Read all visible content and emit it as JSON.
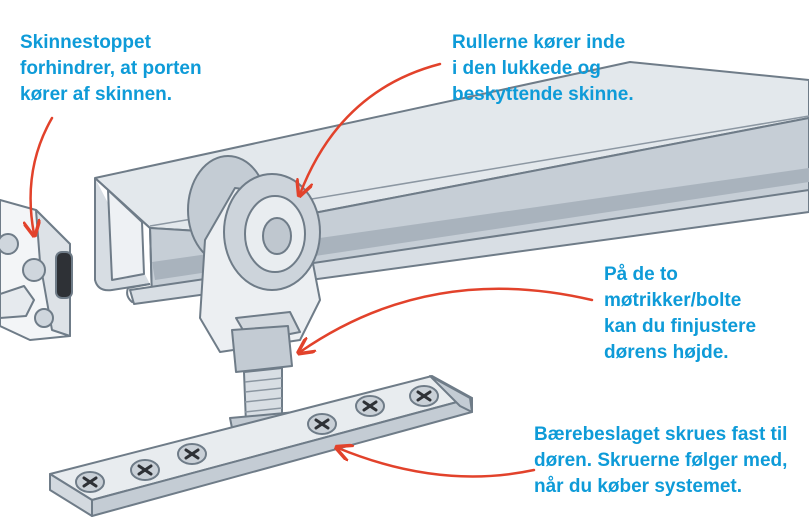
{
  "colors": {
    "label_text": "#0e9bd8",
    "arrow": "#e2422b",
    "rail_metal": "#c4ccd4",
    "outline": "#6f7c88"
  },
  "callouts": {
    "stopper": {
      "lines": [
        "Skinnestoppet",
        "forhindrer, at porten",
        "kører af skinnen."
      ]
    },
    "rollers": {
      "lines": [
        "Rullerne kører inde",
        "i den lukkede og",
        "beskyttende skinne."
      ]
    },
    "adjust": {
      "lines": [
        "På de to",
        "møtrikker/bolte",
        "kan du finjustere",
        "dørens højde."
      ]
    },
    "bracket": {
      "lines": [
        "Bærebeslaget skrues fast til",
        "døren. Skruerne følger med,",
        "når du køber systemet."
      ]
    }
  },
  "icons": {
    "rail": "track-rail",
    "trolley": "roller-trolley",
    "stopper": "rail-stopper",
    "bolt": "adjustment-bolt",
    "plate": "mounting-plate",
    "screw": "phillips-screw"
  }
}
